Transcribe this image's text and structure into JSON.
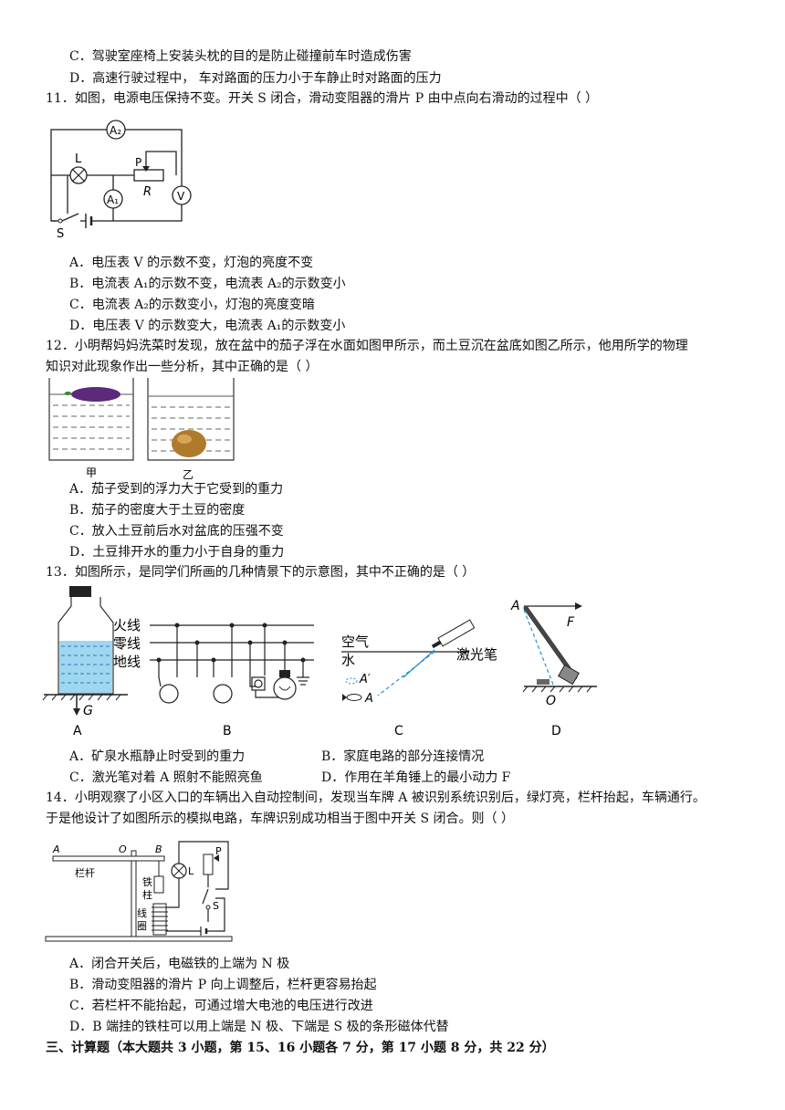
{
  "q10": {
    "optC": "C．驾驶室座椅上安装头枕的目的是防止碰撞前车时造成伤害",
    "optD": "D．高速行驶过程中，  车对路面的压力小于车静止时对路面的压力"
  },
  "q11": {
    "stem": "11．如图，电源电压保持不变。开关 S 闭合，滑动变阻器的滑片 P 由中点向右滑动的过程中（        ）",
    "fig": {
      "a2": "A₂",
      "a1": "A₁",
      "l": "L",
      "p": "P",
      "r": "R",
      "v": "V",
      "s": "S"
    },
    "optA": "A．电压表 V 的示数不变，灯泡的亮度不变",
    "optB": "B．电流表 A₁的示数不变，电流表 A₂的示数变小",
    "optC": "C．电流表 A₂的示数变小，灯泡的亮度变暗",
    "optD": "D．电压表 V 的示数变大，电流表 A₁的示数变小"
  },
  "q12": {
    "stem1": "12．小明帮妈妈洗菜时发现，放在盆中的茄子浮在水面如图甲所示，而土豆沉在盆底如图乙所示，他用所学的物理",
    "stem2": "知识对此现象作出一些分析，其中正确的是（        ）",
    "fig": {
      "jia": "甲",
      "yi": "乙"
    },
    "optA": "A．茄子受到的浮力大于它受到的重力",
    "optB": "B．茄子的密度大于土豆的密度",
    "optC": "C．放入土豆前后水对盆底的压强不变",
    "optD": "D．土豆排开水的重力小于自身的重力"
  },
  "q13": {
    "stem": "13．如图所示，是同学们所画的几种情景下的示意图，其中不正确的是（    ）",
    "fig": {
      "g": "G",
      "huoxian": "火线",
      "lingxian": "零线",
      "dixian": "地线",
      "air": "空气",
      "water": "水",
      "laser": "激光笔",
      "aprime": "A′",
      "a": "A",
      "da": "A",
      "f": "F",
      "o": "O",
      "labA": "A",
      "labB": "B",
      "labC": "C",
      "labD": "D"
    },
    "optA": "A．矿泉水瓶静止时受到的重力",
    "optB": "B．家庭电路的部分连接情况",
    "optC": "C．激光笔对着 A 照射不能照亮鱼",
    "optD": "D．作用在羊角锤上的最小动力 F"
  },
  "q14": {
    "stem1": "14．小明观察了小区入口的车辆出入自动控制间，发现当车牌 A 被识别系统识别后，绿灯亮，栏杆抬起，车辆通行。",
    "stem2": "于是他设计了如图所示的模拟电路，车牌识别成功相当于图中开关 S 闭合。则（        ）",
    "fig": {
      "a": "A",
      "o": "O",
      "b": "B",
      "langan": "栏杆",
      "tie": "铁",
      "zhu": "柱",
      "xian": "线",
      "quan": "圈",
      "l": "L",
      "p": "P",
      "s": "S"
    },
    "optA": "A．闭合开关后，电磁铁的上端为 N 极",
    "optB": "B．滑动变阻器的滑片 P 向上调整后，栏杆更容易抬起",
    "optC": "C．若栏杆不能抬起，可通过增大电池的电压进行改进",
    "optD": "D．B 端挂的铁柱可以用上端是 N 极、下端是 S 极的条形磁体代替"
  },
  "section3": "三、计算题（本大题共 3 小题，第 15、16 小题各 7 分，第 17 小题 8 分，共 22 分）"
}
